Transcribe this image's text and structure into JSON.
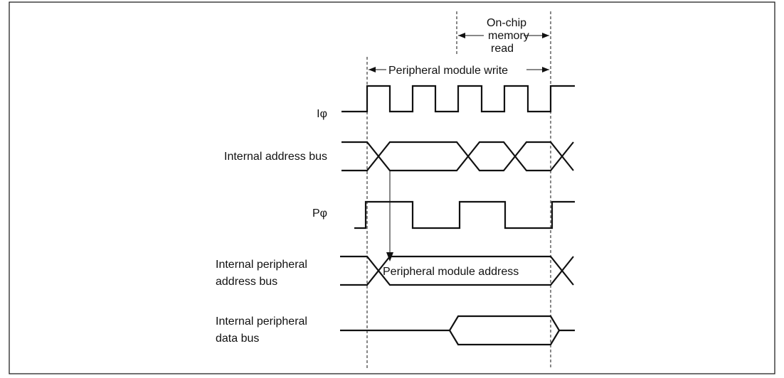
{
  "annotations": {
    "onchip_line1": "On-chip",
    "onchip_line2": "memory",
    "onchip_line3": "read",
    "peripheral_write": "Peripheral module write"
  },
  "signals": [
    {
      "label_lines": [
        "Iφ"
      ]
    },
    {
      "label_lines": [
        "Internal address bus"
      ]
    },
    {
      "label_lines": [
        "Pφ"
      ]
    },
    {
      "label_lines": [
        "Internal peripheral",
        "address bus"
      ],
      "bus_text": "Peripheral module address"
    },
    {
      "label_lines": [
        "Internal peripheral",
        "data bus"
      ]
    }
  ]
}
